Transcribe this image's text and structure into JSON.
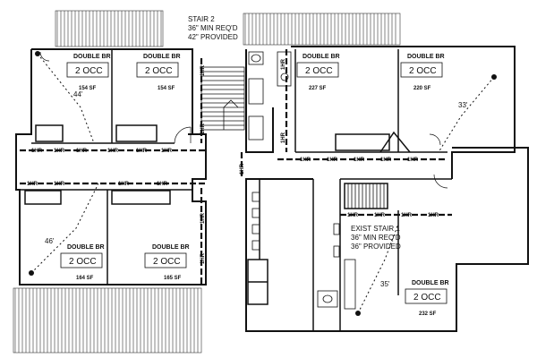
{
  "notes": {
    "stair2": [
      "STAIR 2",
      "36\" MIN REQ'D",
      "42\" PROVIDED"
    ],
    "exist_stair": [
      "EXIST STAIR 1",
      "36\" MIN REQ'D",
      "36\" PROVIDED"
    ]
  },
  "rooms": [
    {
      "name": "DOUBLE BR",
      "occ": "2 OCC",
      "area": "154 SF"
    },
    {
      "name": "DOUBLE BR",
      "occ": "2 OCC",
      "area": "154 SF"
    },
    {
      "name": "DOUBLE BR",
      "occ": "2 OCC",
      "area": "227 SF"
    },
    {
      "name": "DOUBLE BR",
      "occ": "2 OCC",
      "area": "220 SF"
    },
    {
      "name": "DOUBLE BR",
      "occ": "2 OCC",
      "area": "164 SF"
    },
    {
      "name": "DOUBLE BR",
      "occ": "2 OCC",
      "area": "165 SF"
    },
    {
      "name": "DOUBLE BR",
      "occ": "2 OCC",
      "area": "232 SF"
    }
  ],
  "distances": [
    "44'",
    "33'",
    "46'",
    "35'"
  ],
  "rating": "1HR"
}
